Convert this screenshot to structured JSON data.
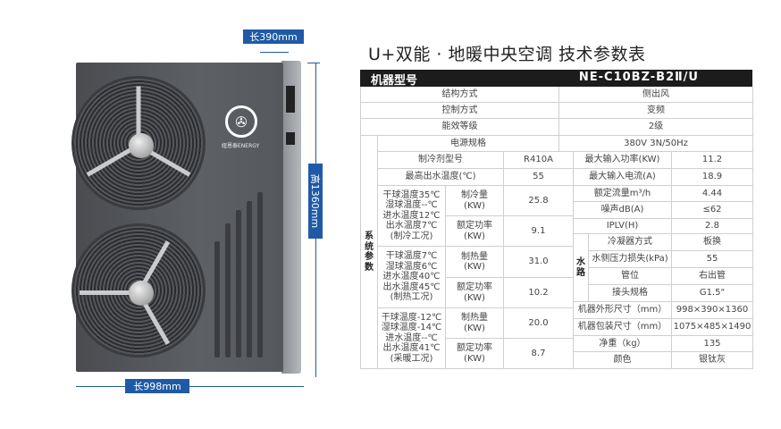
{
  "title": "U+双能 · 地暖中央空调 技术参数表",
  "product": {
    "logo_text": "纽恩泰ENERGY",
    "dim_depth": "长390mm",
    "dim_height": "高1360mm",
    "dim_width": "长998mm"
  },
  "colors": {
    "accent": "#1f5aa6",
    "header_bg": "#1c1c1c"
  },
  "table": {
    "header": {
      "label": "机器型号",
      "value": "NE-C10BZ-B2Ⅱ/U"
    },
    "top_rows": [
      {
        "label": "结构方式",
        "value": "侧出风"
      },
      {
        "label": "控制方式",
        "value": "变频"
      },
      {
        "label": "能效等级",
        "value": "2级"
      },
      {
        "label": "电源规格",
        "value": "380V 3N/50Hz"
      }
    ],
    "system_label": "系\n统\n参\n数",
    "water_label": "水\n路",
    "left_rows": [
      {
        "label": "制冷剂型号",
        "value": "R410A"
      },
      {
        "label": "最高出水温度(℃)",
        "value": "55"
      }
    ],
    "conditions": [
      {
        "text": "干球温度35℃\n湿球温度--℃\n进水温度12℃\n出水温度7℃\n(制冷工况)",
        "items": [
          {
            "label": "制冷量\n(KW)",
            "value": "25.8"
          },
          {
            "label": "额定功率\n(KW)",
            "value": "9.1"
          }
        ]
      },
      {
        "text": "干球温度7℃\n湿球温度6℃\n进水温度40℃\n出水温度45℃\n(制热工况)",
        "items": [
          {
            "label": "制热量\n(KW)",
            "value": "31.0"
          },
          {
            "label": "额定功率\n(KW)",
            "value": "10.2"
          }
        ]
      },
      {
        "text": "干球温度-12℃\n湿球温度-14℃\n进水温度--℃\n出水温度41℃\n(采暖工况)",
        "items": [
          {
            "label": "制热量\n(KW)",
            "value": "20.0"
          },
          {
            "label": "额定功率\n(KW)",
            "value": "8.7"
          }
        ]
      }
    ],
    "right_rows": [
      {
        "label": "最大输入功率(KW)",
        "value": "11.2"
      },
      {
        "label": "最大输入电流(A)",
        "value": "18.9"
      },
      {
        "label": "额定流量m³/h",
        "value": "4.44"
      },
      {
        "label": "噪声dB(A)",
        "value": "≤62"
      },
      {
        "label": "IPLV(H)",
        "value": "2.8"
      },
      {
        "label": "冷凝器方式",
        "value": "板换"
      },
      {
        "label": "水侧压力损失(kPa)",
        "value": "55"
      },
      {
        "label": "管位",
        "value": "右出管"
      },
      {
        "label": "接头规格",
        "value": "G1.5\""
      },
      {
        "label": "机器外形尺寸（mm）",
        "value": "998×390×1360"
      },
      {
        "label": "机器包装尺寸（mm）",
        "value": "1075×485×1490"
      },
      {
        "label": "净重（kg）",
        "value": "135"
      },
      {
        "label": "颜色",
        "value": "银钛灰"
      }
    ]
  }
}
